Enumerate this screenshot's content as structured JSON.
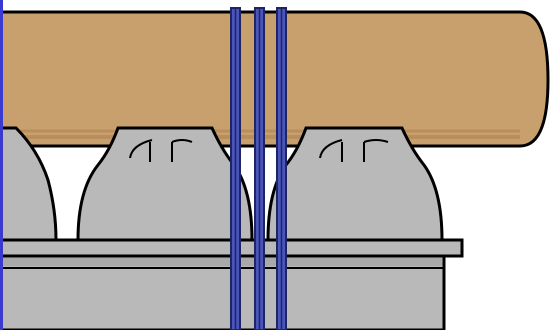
{
  "illustration": {
    "subject": "",
    "colors": {
      "background": "#ffffff",
      "rod_fill": "#c8a06e",
      "rod_shade": "#b98e5c",
      "tray_fill": "#b9b9b9",
      "tray_dark": "#a9a9a9",
      "outline": "#000000",
      "band_fill": "#4a55b8",
      "band_edge": "#1f2466",
      "left_edge": "#3a3ad0"
    },
    "parts": [
      {
        "name": "cardboard-tube",
        "icon": "cylinder"
      },
      {
        "name": "egg-carton-tray",
        "icon": "tray"
      },
      {
        "name": "carton-cups",
        "icon": "cup",
        "count": 3
      },
      {
        "name": "rubber-bands",
        "icon": "band",
        "count": 3
      }
    ]
  }
}
